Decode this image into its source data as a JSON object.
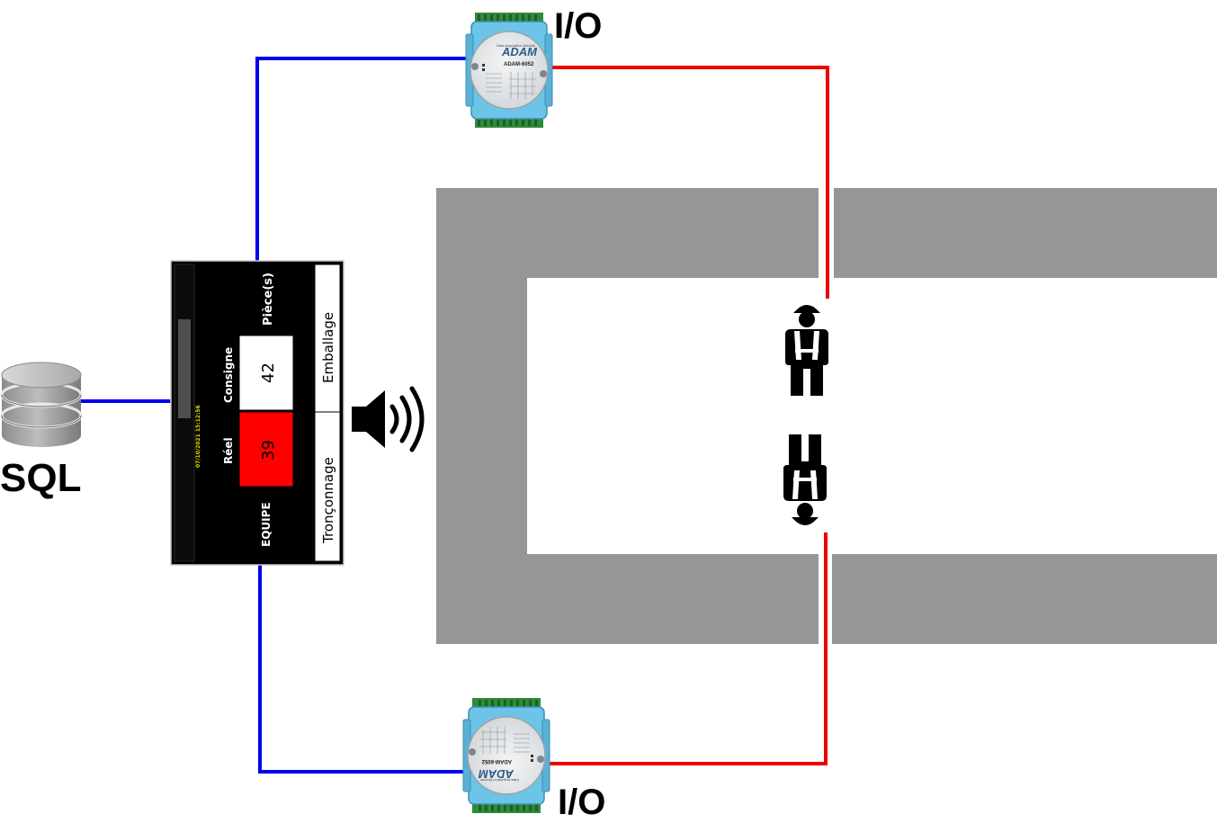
{
  "labels": {
    "sql": "SQL",
    "io_top": "I/O",
    "io_bottom": "I/O"
  },
  "modules": {
    "top": {
      "brand": "ADAM",
      "model": "ADAM-6052",
      "subtitle": "Data Acquisition Module"
    },
    "bottom": {
      "brand": "ADAM",
      "model": "ADAM-6052",
      "subtitle": "Data Acquisition Module"
    }
  },
  "display": {
    "timestamp": "07/10/2021 15:12:56",
    "team_label": "EQUIPE",
    "actual_label": "Réel",
    "target_label": "Consigne",
    "unit_label": "Pièce(s)",
    "actual_value": "39",
    "target_value": "42",
    "station_left": "Tronçonnage",
    "station_right": "Emballage"
  },
  "colors": {
    "network_link": "#0000ee",
    "signal_link": "#ee0000",
    "floor": "#969696",
    "alert": "#ff0000",
    "module_body": "#6cc4e8",
    "terminal": "#2e8b3a"
  }
}
